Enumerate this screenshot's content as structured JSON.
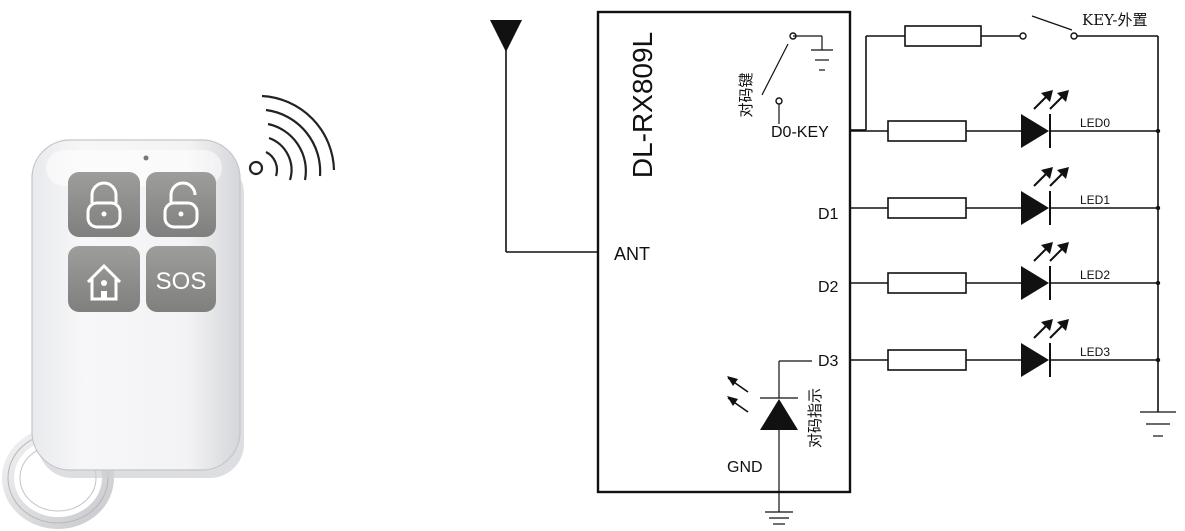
{
  "remote": {
    "buttons": [
      {
        "name": "lock-button",
        "icon": "lock-icon"
      },
      {
        "name": "unlock-button",
        "icon": "unlock-icon"
      },
      {
        "name": "home-button",
        "icon": "home-icon"
      },
      {
        "name": "sos-button",
        "label": "SOS"
      }
    ],
    "signal_icon": "wireless-signal-icon"
  },
  "schematic": {
    "module_name": "DL-RX809L",
    "pins": {
      "ant": "ANT",
      "gnd": "GND",
      "d0": "D0-KEY",
      "d1": "D1",
      "d2": "D2",
      "d3": "D3"
    },
    "led_labels": [
      "LED0",
      "LED1",
      "LED2",
      "LED3"
    ],
    "pair_key_label": "对码键",
    "pair_indicator_label": "对码指示",
    "external_key_label": "KEY-外置"
  }
}
